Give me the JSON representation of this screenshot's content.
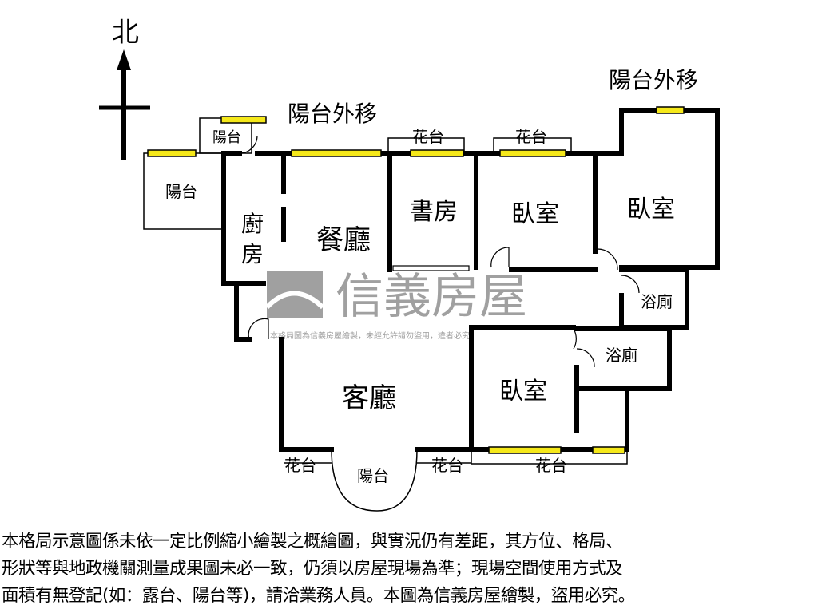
{
  "compass": {
    "north_label": "北"
  },
  "rooms": {
    "balcony_nw": "陽台",
    "balcony_small": "陽台",
    "kitchen": "廚房",
    "dining": "餐廳",
    "balcony_extension_1": "陽台外移",
    "balcony_extension_2": "陽台外移",
    "planter_1": "花台",
    "planter_2": "花台",
    "study": "書房",
    "bedroom_1": "臥室",
    "bedroom_2": "臥室",
    "bathroom_1": "浴廁",
    "bathroom_2": "浴廁",
    "bedroom_3": "臥室",
    "living": "客廳",
    "planter_3": "花台",
    "balcony_s": "陽台",
    "planter_4": "花台",
    "planter_5": "花台"
  },
  "watermark": {
    "brand": "信義房屋",
    "notice": "本格局圖為信義房屋繪製，未經允許請勿盜用，違者必究"
  },
  "disclaimer": [
    "本格局示意圖係未依一定比例縮小繪製之概繪圖，與實況仍有差距，其方位、格局、",
    "形狀等與地政機關測量成果圖未必一致，仍須以房屋現場為準；現場空間使用方式及",
    "面積有無登記(如：露台、陽台等)，請洽業務人員。本圖為信義房屋繪製，盜用必究。"
  ],
  "colors": {
    "wall": "#000000",
    "window": "#f5e81a",
    "watermark": "#a0a0a0"
  }
}
